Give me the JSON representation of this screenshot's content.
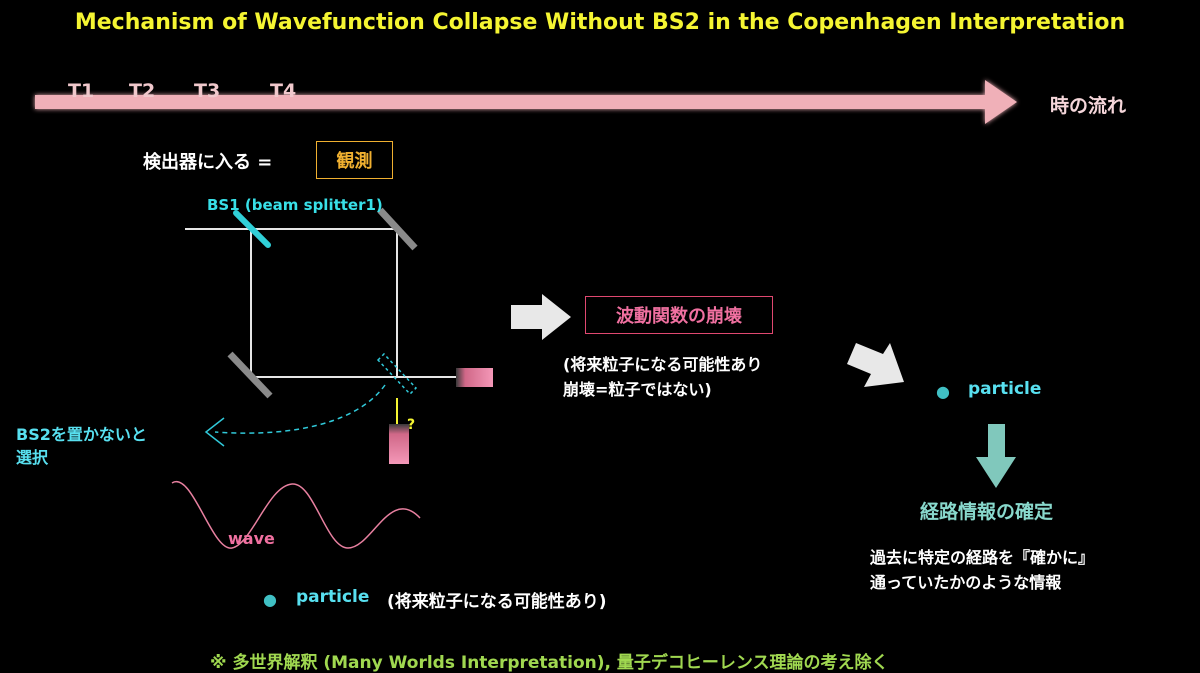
{
  "title": "Mechanism of Wavefunction Collapse Without BS2 in the Copenhagen Interpretation",
  "timeline": {
    "ticks": [
      "T1",
      "T2",
      "T3",
      "T4"
    ],
    "label": "時の流れ",
    "color": "#f0b0b8"
  },
  "detector_label": "検出器に入る =",
  "observation_label": "観測",
  "bs1_label": "BS1 (beam splitter1)",
  "question_mark": "?",
  "choice_label": {
    "line1": "BS2を置かないと",
    "line2": "選択"
  },
  "wave_label": "wave",
  "particle_bottom": {
    "bullet": "●",
    "label": "particle",
    "note": "(将来粒子になる可能性あり)"
  },
  "collapse_label": "波動関数の崩壊",
  "collapse_note": {
    "line1": "(将来粒子になる可能性あり",
    "line2": "崩壊=粒子ではない)"
  },
  "particle_right": {
    "bullet": "●",
    "label": "particle"
  },
  "path_confirm_label": "経路情報の確定",
  "path_confirm_note": {
    "line1": "過去に特定の経路を『確かに』",
    "line2": "通っていたかのような情報"
  },
  "footer": "※ 多世界解釈 (Many Worlds Interpretation), 量子デコヒーレンス理論の考え除く",
  "colors": {
    "title": "#f5f532",
    "bs1": "#30d0d8",
    "detector": "#f08ca8",
    "wave": "#e880a0",
    "arrow_gray": "#e8e8e8",
    "arrow_teal": "#80c8bc",
    "observation_border": "#f0b030",
    "collapse_border": "#e04870",
    "footer": "#a0d850"
  }
}
